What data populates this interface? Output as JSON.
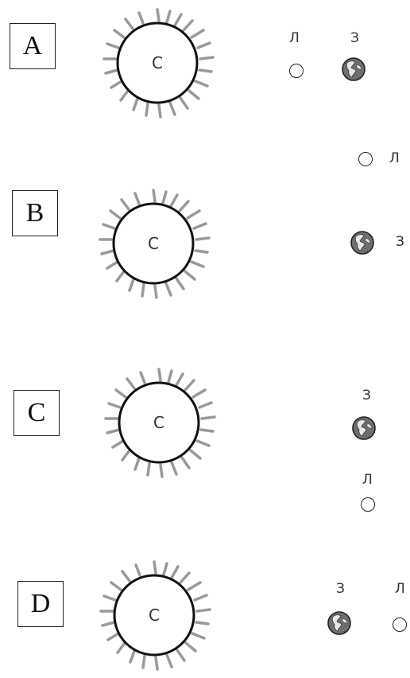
{
  "panels": [
    {
      "label": "A",
      "sun_letter": "С",
      "moon_letter": "Л",
      "earth_letter": "З"
    },
    {
      "label": "B",
      "sun_letter": "С",
      "moon_letter": "Л",
      "earth_letter": "З"
    },
    {
      "label": "C",
      "sun_letter": "С",
      "moon_letter": "Л",
      "earth_letter": "З"
    },
    {
      "label": "D",
      "sun_letter": "С",
      "moon_letter": "Л",
      "earth_letter": "З"
    }
  ],
  "icons": {
    "sun": "sun-icon",
    "earth": "earth-globe-icon",
    "moon": "moon-circle-icon"
  }
}
